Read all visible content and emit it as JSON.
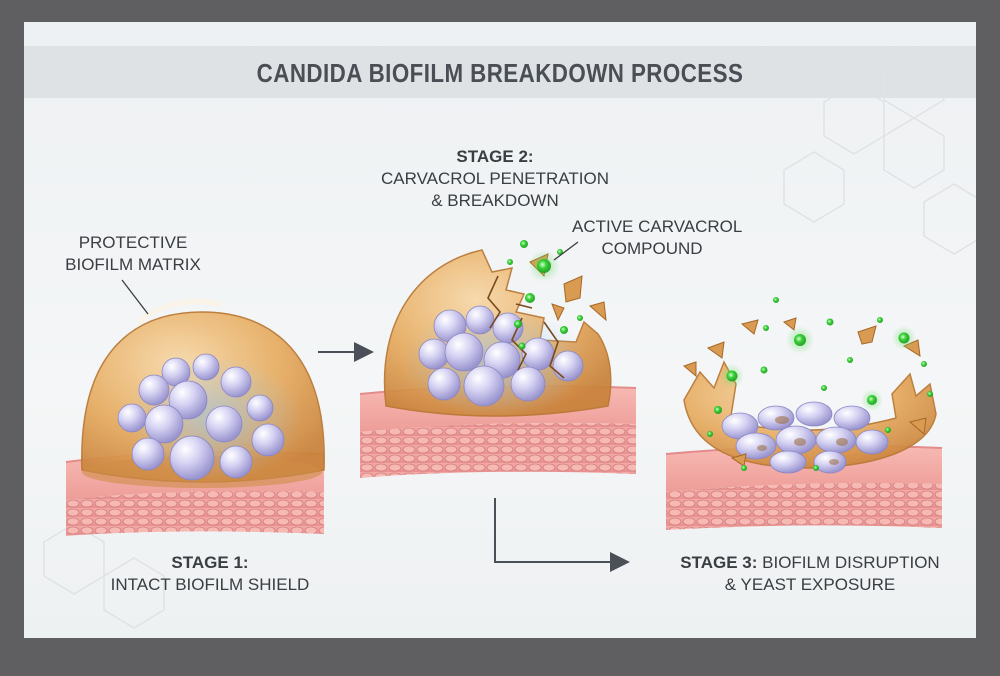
{
  "title": "CANDIDA BIOFILM BREAKDOWN PROCESS",
  "labels": {
    "protective_line1": "PROTECTIVE",
    "protective_line2": "BIOFILM MATRIX",
    "stage2_heading": "STAGE 2:",
    "stage2_line1": "CARVACROL PENETRATION",
    "stage2_line2": "& BREAKDOWN",
    "active_line1": "ACTIVE CARVACROL",
    "active_line2": "COMPOUND",
    "stage1_heading": "STAGE 1:",
    "stage1_line1": "INTACT BIOFILM SHIELD",
    "stage3_heading": "STAGE 3:",
    "stage3_line1": "BIOFILM DISRUPTION",
    "stage3_line2": "& YEAST EXPOSURE"
  },
  "colors": {
    "frame": "#5f5f61",
    "background": "#eef1f3",
    "title_band": "#dfe2e5",
    "text": "#3a3d42",
    "biofilm": "#e0a458",
    "yeast": "#c9c6ee",
    "tissue": "#eea6a6",
    "compound": "#3ad13a",
    "arrow": "#4b5058"
  }
}
